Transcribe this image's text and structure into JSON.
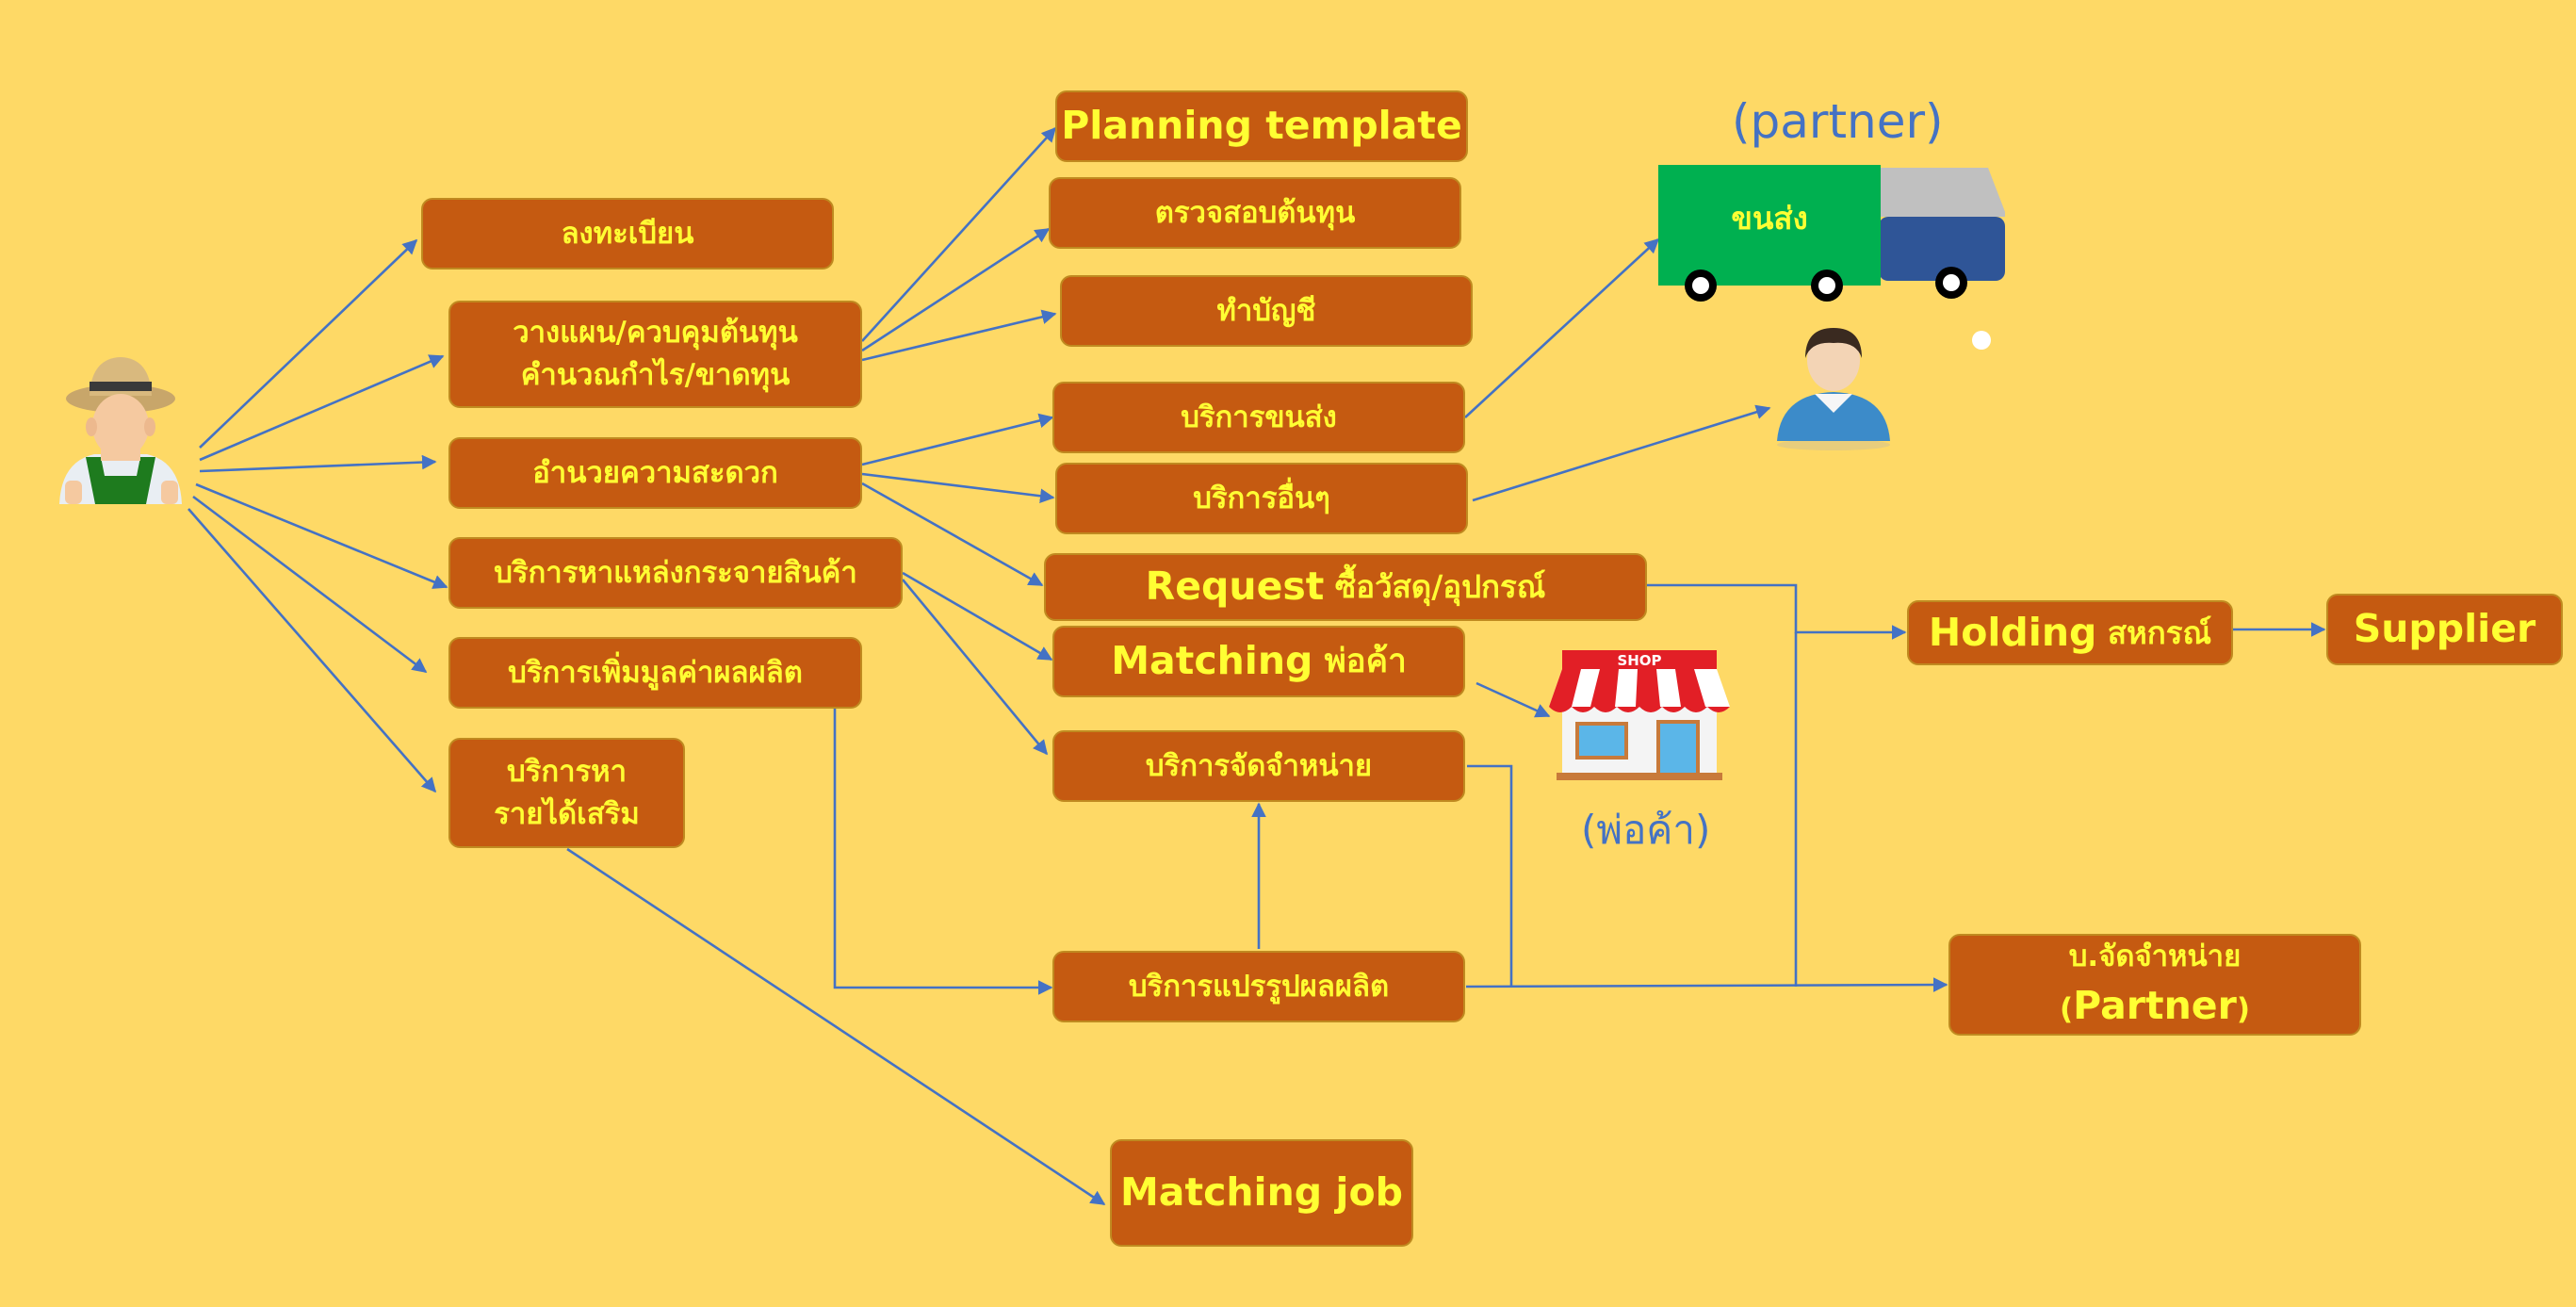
{
  "nodes": {
    "register": "ลงทะเบียน",
    "plan_cost_1": "วางแผน/ควบคุมต้นทุน",
    "plan_cost_2": "คำนวณกำไร/ขาดทุน",
    "convenience": "อำนวยความสะดวก",
    "find_distribution": "บริการหาแหล่งกระจายสินค้า",
    "add_value": "บริการเพิ่มมูลค่าผลผลิต",
    "extra_income_1": "บริการหา",
    "extra_income_2": "รายได้เสริม",
    "planning_template": "Planning template",
    "check_cost": "ตรวจสอบต้นทุน",
    "accounting": "ทำบัญชี",
    "transport_service": "บริการขนส่ง",
    "other_services": "บริการอื่นๆ",
    "request_prefix": "Request",
    "request_suffix": " ซื้อวัสดุ/อุปกรณ์",
    "matching_prefix": "Matching",
    "matching_suffix": " พ่อค้า",
    "distribution_service": "บริการจัดจำหน่าย",
    "processing": "บริการแปรรูปผลผลิต",
    "matching_job": "Matching job",
    "holding_prefix": "Holding",
    "holding_suffix": " สหกรณ์",
    "supplier": "Supplier",
    "distributor_1": "บ.จัดจำหน่าย",
    "distributor_open": "(",
    "distributor_2": "Partner",
    "distributor_close": ")"
  },
  "labels": {
    "partner": "(partner)",
    "truck_text": "ขนส่ง",
    "shop_sign": "SHOP",
    "merchant": "(พ่อค้า)"
  },
  "icons": {
    "farmer": "farmer-icon",
    "truck": "truck-icon",
    "person": "person-icon",
    "shop": "shop-icon"
  },
  "colors": {
    "background": "#FED966",
    "box_fill": "#C55A11",
    "box_text": "#FFFF33",
    "arrow": "#4472C4",
    "label": "#4472C4"
  }
}
